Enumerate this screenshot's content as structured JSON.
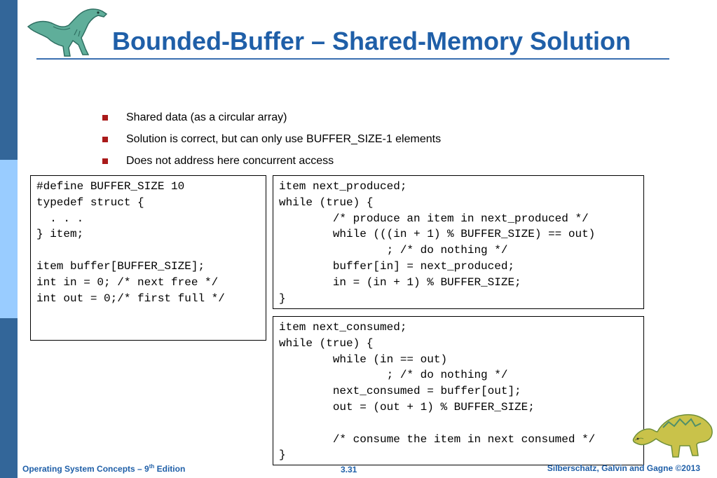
{
  "slide": {
    "title": "Bounded-Buffer – Shared-Memory Solution",
    "bullets": [
      "Shared data (as a circular array)",
      "Solution is correct, but can only use BUFFER_SIZE-1 elements",
      "Does not address here concurrent access"
    ],
    "code_shared": "#define BUFFER_SIZE 10\ntypedef struct {\n  . . .\n} item;\n\nitem buffer[BUFFER_SIZE];\nint in = 0; /* next free */\nint out = 0;/* first full */",
    "code_producer": "item next_produced;\nwhile (true) {\n\t/* produce an item in next_produced */\n\twhile (((in + 1) % BUFFER_SIZE) == out)\n\t\t; /* do nothing */\n\tbuffer[in] = next_produced;\n\tin = (in + 1) % BUFFER_SIZE;\n}",
    "code_consumer": "item next_consumed;\nwhile (true) {\n\twhile (in == out)\n\t\t; /* do nothing */\n\tnext_consumed = buffer[out];\n\tout = (out + 1) % BUFFER_SIZE;\n\n\t/* consume the item in next consumed */\n}"
  },
  "footer": {
    "book_prefix": "Operating System Concepts – 9",
    "book_sup": "th",
    "book_suffix": " Edition",
    "page": "3.31",
    "copyright": "Silberschatz, Galvin and Gagne ©2013"
  },
  "colors": {
    "title": "#1f5fa8",
    "sidebar_dark": "#336699",
    "sidebar_light": "#99ccff",
    "bullet": "#aa1a1a"
  },
  "icons": [
    "dinosaur-logo-top",
    "dinosaur-logo-bottom",
    "square-bullet"
  ]
}
